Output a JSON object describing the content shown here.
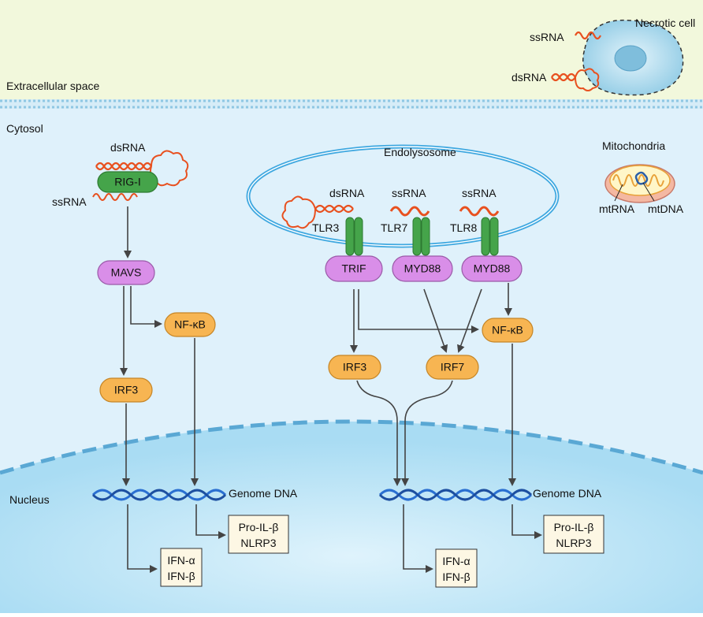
{
  "regions": {
    "extracellular": "Extracellular space",
    "cytosol": "Cytosol",
    "nucleus": "Nucleus",
    "endolysosome": "Endolysosome",
    "mitochondria": "Mitochondria",
    "necrotic_cell": "Necrotic cell"
  },
  "ligands": {
    "ssrna_outside": "ssRNA",
    "dsrna_outside": "dsRNA",
    "dsrna_rig": "dsRNA",
    "ssrna_rig": "ssRNA",
    "dsrna_tlr3": "dsRNA",
    "ssrna_tlr7": "ssRNA",
    "ssrna_tlr8": "ssRNA",
    "mtrna": "mtRNA",
    "mtdna": "mtDNA"
  },
  "receptors": {
    "rig": "RIG-I",
    "tlr3": "TLR3",
    "tlr7": "TLR7",
    "tlr8": "TLR8"
  },
  "adaptors": {
    "mavs": "MAVS",
    "trif": "TRIF",
    "myd88_a": "MYD88",
    "myd88_b": "MYD88"
  },
  "factors": {
    "nfkb_left": "NF-κB",
    "irf3_left": "IRF3",
    "irf3_right": "IRF3",
    "irf7": "IRF7",
    "nfkb_right": "NF-κB"
  },
  "genome": {
    "left": "Genome DNA",
    "right": "Genome DNA"
  },
  "outputs": {
    "il_left_1": "Pro-IL-β",
    "il_left_2": "NLRP3",
    "ifn_left_1": "IFN-α",
    "ifn_left_2": "IFN-β",
    "il_right_1": "Pro-IL-β",
    "il_right_2": "NLRP3",
    "ifn_right_1": "IFN-α",
    "ifn_right_2": "IFN-β"
  },
  "colors": {
    "extracellular_bg": "#f2f8dc",
    "cytosol_bg": "#dff1fb",
    "nucleus_bg": "#bfe6f7",
    "membrane": "#8fc7e3",
    "adaptor": "#d98ee8",
    "factor": "#f7b552",
    "receptor": "#45a44a",
    "rna": "#e8501f",
    "dna": "#2a6fd1",
    "output_box": "#fdf7e4"
  }
}
